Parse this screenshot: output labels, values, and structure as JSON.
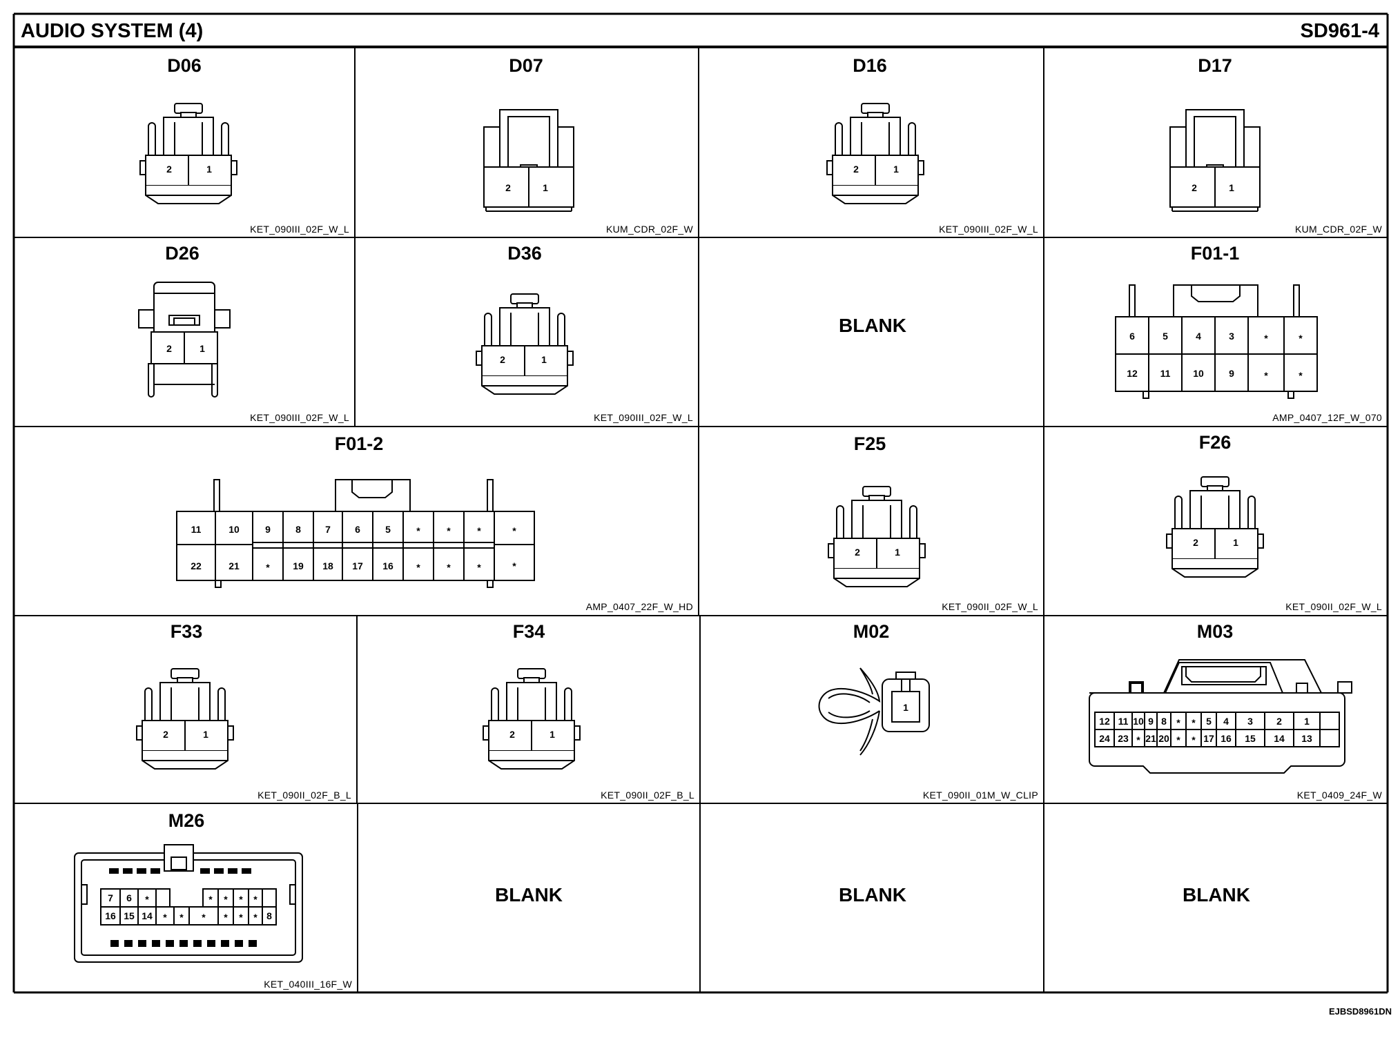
{
  "header": {
    "title": "AUDIO SYSTEM (4)",
    "page_code": "SD961-4"
  },
  "cells": [
    {
      "id": "D06",
      "part": "KET_090III_02F_W_L"
    },
    {
      "id": "D07",
      "part": "KUM_CDR_02F_W"
    },
    {
      "id": "D16",
      "part": "KET_090III_02F_W_L"
    },
    {
      "id": "D17",
      "part": "KUM_CDR_02F_W"
    },
    {
      "id": "D26",
      "part": "KET_090III_02F_W_L"
    },
    {
      "id": "D36",
      "part": "KET_090III_02F_W_L"
    },
    {
      "id": "",
      "blank": "BLANK"
    },
    {
      "id": "F01-1",
      "part": "AMP_0407_12F_W_070"
    },
    {
      "id": "F01-2",
      "part": "AMP_0407_22F_W_HD"
    },
    {
      "id": "F25",
      "part": "KET_090II_02F_W_L"
    },
    {
      "id": "F26",
      "part": "KET_090II_02F_W_L"
    },
    {
      "id": "F33",
      "part": "KET_090II_02F_B_L"
    },
    {
      "id": "F34",
      "part": "KET_090II_02F_B_L"
    },
    {
      "id": "M02",
      "part": "KET_090II_01M_W_CLIP"
    },
    {
      "id": "M03",
      "part": "KET_0409_24F_W"
    },
    {
      "id": "M26",
      "part": "KET_040III_16F_W"
    },
    {
      "id": "",
      "blank": "BLANK"
    },
    {
      "id": "",
      "blank": "BLANK"
    },
    {
      "id": "",
      "blank": "BLANK"
    }
  ],
  "pins": {
    "two_pin": [
      "2",
      "1"
    ],
    "one_pin": [
      "1"
    ],
    "f01_1_top": [
      "6",
      "5",
      "4",
      "3",
      "*",
      "*"
    ],
    "f01_1_bottom": [
      "12",
      "11",
      "10",
      "9",
      "*",
      "*"
    ],
    "f01_2_top": [
      "11",
      "10",
      "9",
      "8",
      "7",
      "6",
      "5",
      "*",
      "*",
      "*",
      "*"
    ],
    "f01_2_bottom": [
      "22",
      "21",
      "*",
      "19",
      "18",
      "17",
      "16",
      "*",
      "*",
      "*",
      "*"
    ],
    "m03_top": [
      "12",
      "11",
      "10",
      "9",
      "8",
      "*",
      "*",
      "5",
      "4",
      "3",
      "2",
      "1"
    ],
    "m03_bottom": [
      "24",
      "23",
      "*",
      "21",
      "20",
      "*",
      "*",
      "17",
      "16",
      "15",
      "14",
      "13"
    ],
    "m26_top": [
      "7",
      "6",
      "*",
      "",
      "",
      "",
      "*",
      "*",
      "*",
      "*"
    ],
    "m26_bottom": [
      "16",
      "15",
      "14",
      "*",
      "*",
      "*",
      "*",
      "*",
      "*",
      "8"
    ]
  },
  "footer": {
    "drawing_code": "EJBSD8961DN"
  }
}
